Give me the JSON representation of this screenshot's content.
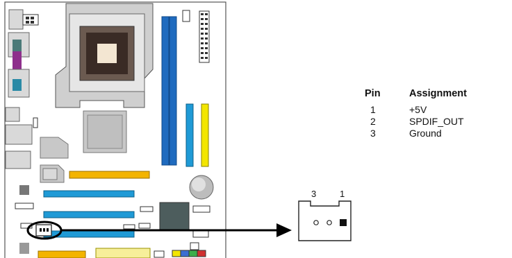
{
  "pin_table": {
    "header_pin": "Pin",
    "header_assignment": "Assignment",
    "rows": [
      {
        "pin": "1",
        "assignment": "+5V"
      },
      {
        "pin": "2",
        "assignment": "SPDIF_OUT"
      },
      {
        "pin": "3",
        "assignment": "Ground"
      }
    ]
  },
  "connector_labels": {
    "left": "3",
    "right": "1"
  }
}
